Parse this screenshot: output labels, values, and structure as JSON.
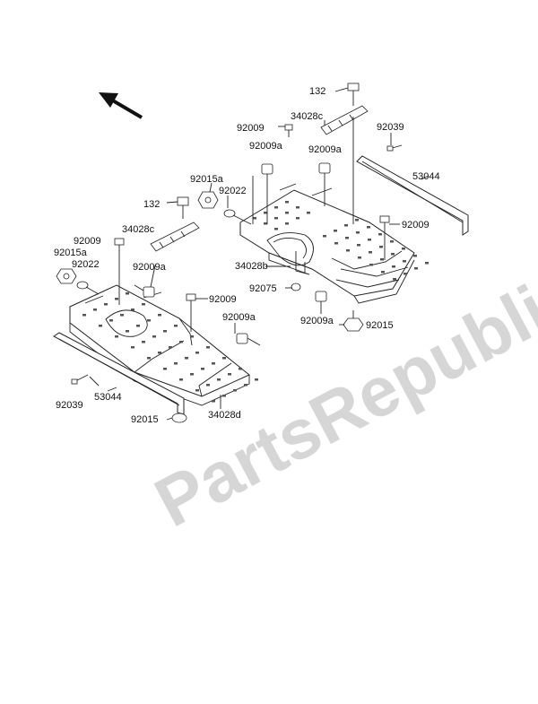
{
  "watermark": "PartsRepublic",
  "labels": {
    "p132_top": "132",
    "p34028c_right": "34028c",
    "p92009_top": "92009",
    "p92039_right": "92039",
    "p92009a_upper": "92009a",
    "p92009a_mid": "92009a",
    "p53044_right": "53044",
    "p92015a_upper": "92015a",
    "p92022_upper": "92022",
    "p132_left": "132",
    "p34028c_left": "34028c",
    "p92009_right": "92009",
    "p92009_left": "92009",
    "p92015a_left": "92015a",
    "p92022_left": "92022",
    "p92009a_left": "92009a",
    "p34028b": "34028b",
    "p92075": "92075",
    "p92009_center": "92009",
    "p92009a_center": "92009a",
    "p92009a_lower": "92009a",
    "p92015_right": "92015",
    "p92039_left": "92039",
    "p53044_left": "53044",
    "p92015_bottom": "92015",
    "p34028d": "34028d"
  }
}
